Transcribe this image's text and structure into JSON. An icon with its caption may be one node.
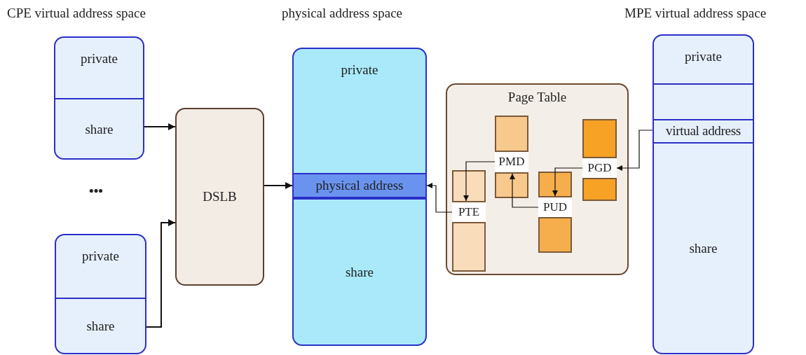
{
  "diagram": {
    "nodes": [
      {
        "text": [],
        "shape": "box"
      },
      {
        "text": [
          "private"
        ],
        "in": 0
      },
      {
        "text": [
          "share"
        ],
        "in": 0
      },
      {
        "text": [],
        "shape": "box"
      },
      {
        "text": [
          "private"
        ],
        "in": 3
      },
      {
        "text": [
          "share"
        ],
        "in": 3
      },
      {
        "text": [
          "DSLB"
        ]
      },
      {
        "text": [],
        "shape": "box"
      },
      {
        "text": [
          "private"
        ],
        "in": 7
      },
      {
        "text": [
          "physical address"
        ],
        "in": 7
      },
      {
        "text": [
          "share"
        ],
        "in": 7
      },
      {
        "text": [
          "Page Table"
        ]
      },
      {
        "text": [],
        "shape": "box",
        "in": 11
      },
      {
        "text": [
          "PTE"
        ],
        "in": 12
      },
      {
        "text": [],
        "shape": "box",
        "in": 11
      },
      {
        "text": [
          "PMD"
        ],
        "in": 14
      },
      {
        "text": [],
        "shape": "box",
        "in": 11
      },
      {
        "text": [
          "PUD"
        ],
        "in": 16
      },
      {
        "text": [],
        "shape": "box",
        "in": 11
      },
      {
        "text": [
          "PGD"
        ],
        "in": 18
      },
      {
        "text": [],
        "shape": "box"
      },
      {
        "text": [
          "private"
        ],
        "in": 20
      },
      {
        "text": [],
        "shape": "box",
        "in": 20
      },
      {
        "text": [
          "virtual address"
        ],
        "in": 20
      },
      {
        "text": [
          "share"
        ],
        "in": 20
      }
    ],
    "edges": [
      {
        "from": 2,
        "to": 6,
        "arrow": "to"
      },
      {
        "from": 5,
        "to": 6,
        "arrow": "to"
      },
      {
        "from": 6,
        "to": 9,
        "arrow": "to"
      },
      {
        "from": 13,
        "to": 9,
        "arrow": "to"
      },
      {
        "from": 15,
        "to": 13,
        "arrow": "to"
      },
      {
        "from": 17,
        "to": 15,
        "arrow": "to"
      },
      {
        "from": 19,
        "to": 17,
        "arrow": "to"
      },
      {
        "from": 23,
        "to": 19,
        "arrow": "to"
      }
    ],
    "labels": [
      "CPE virtual address space",
      "physical address space",
      "MPE virtual address space",
      "•••"
    ]
  }
}
